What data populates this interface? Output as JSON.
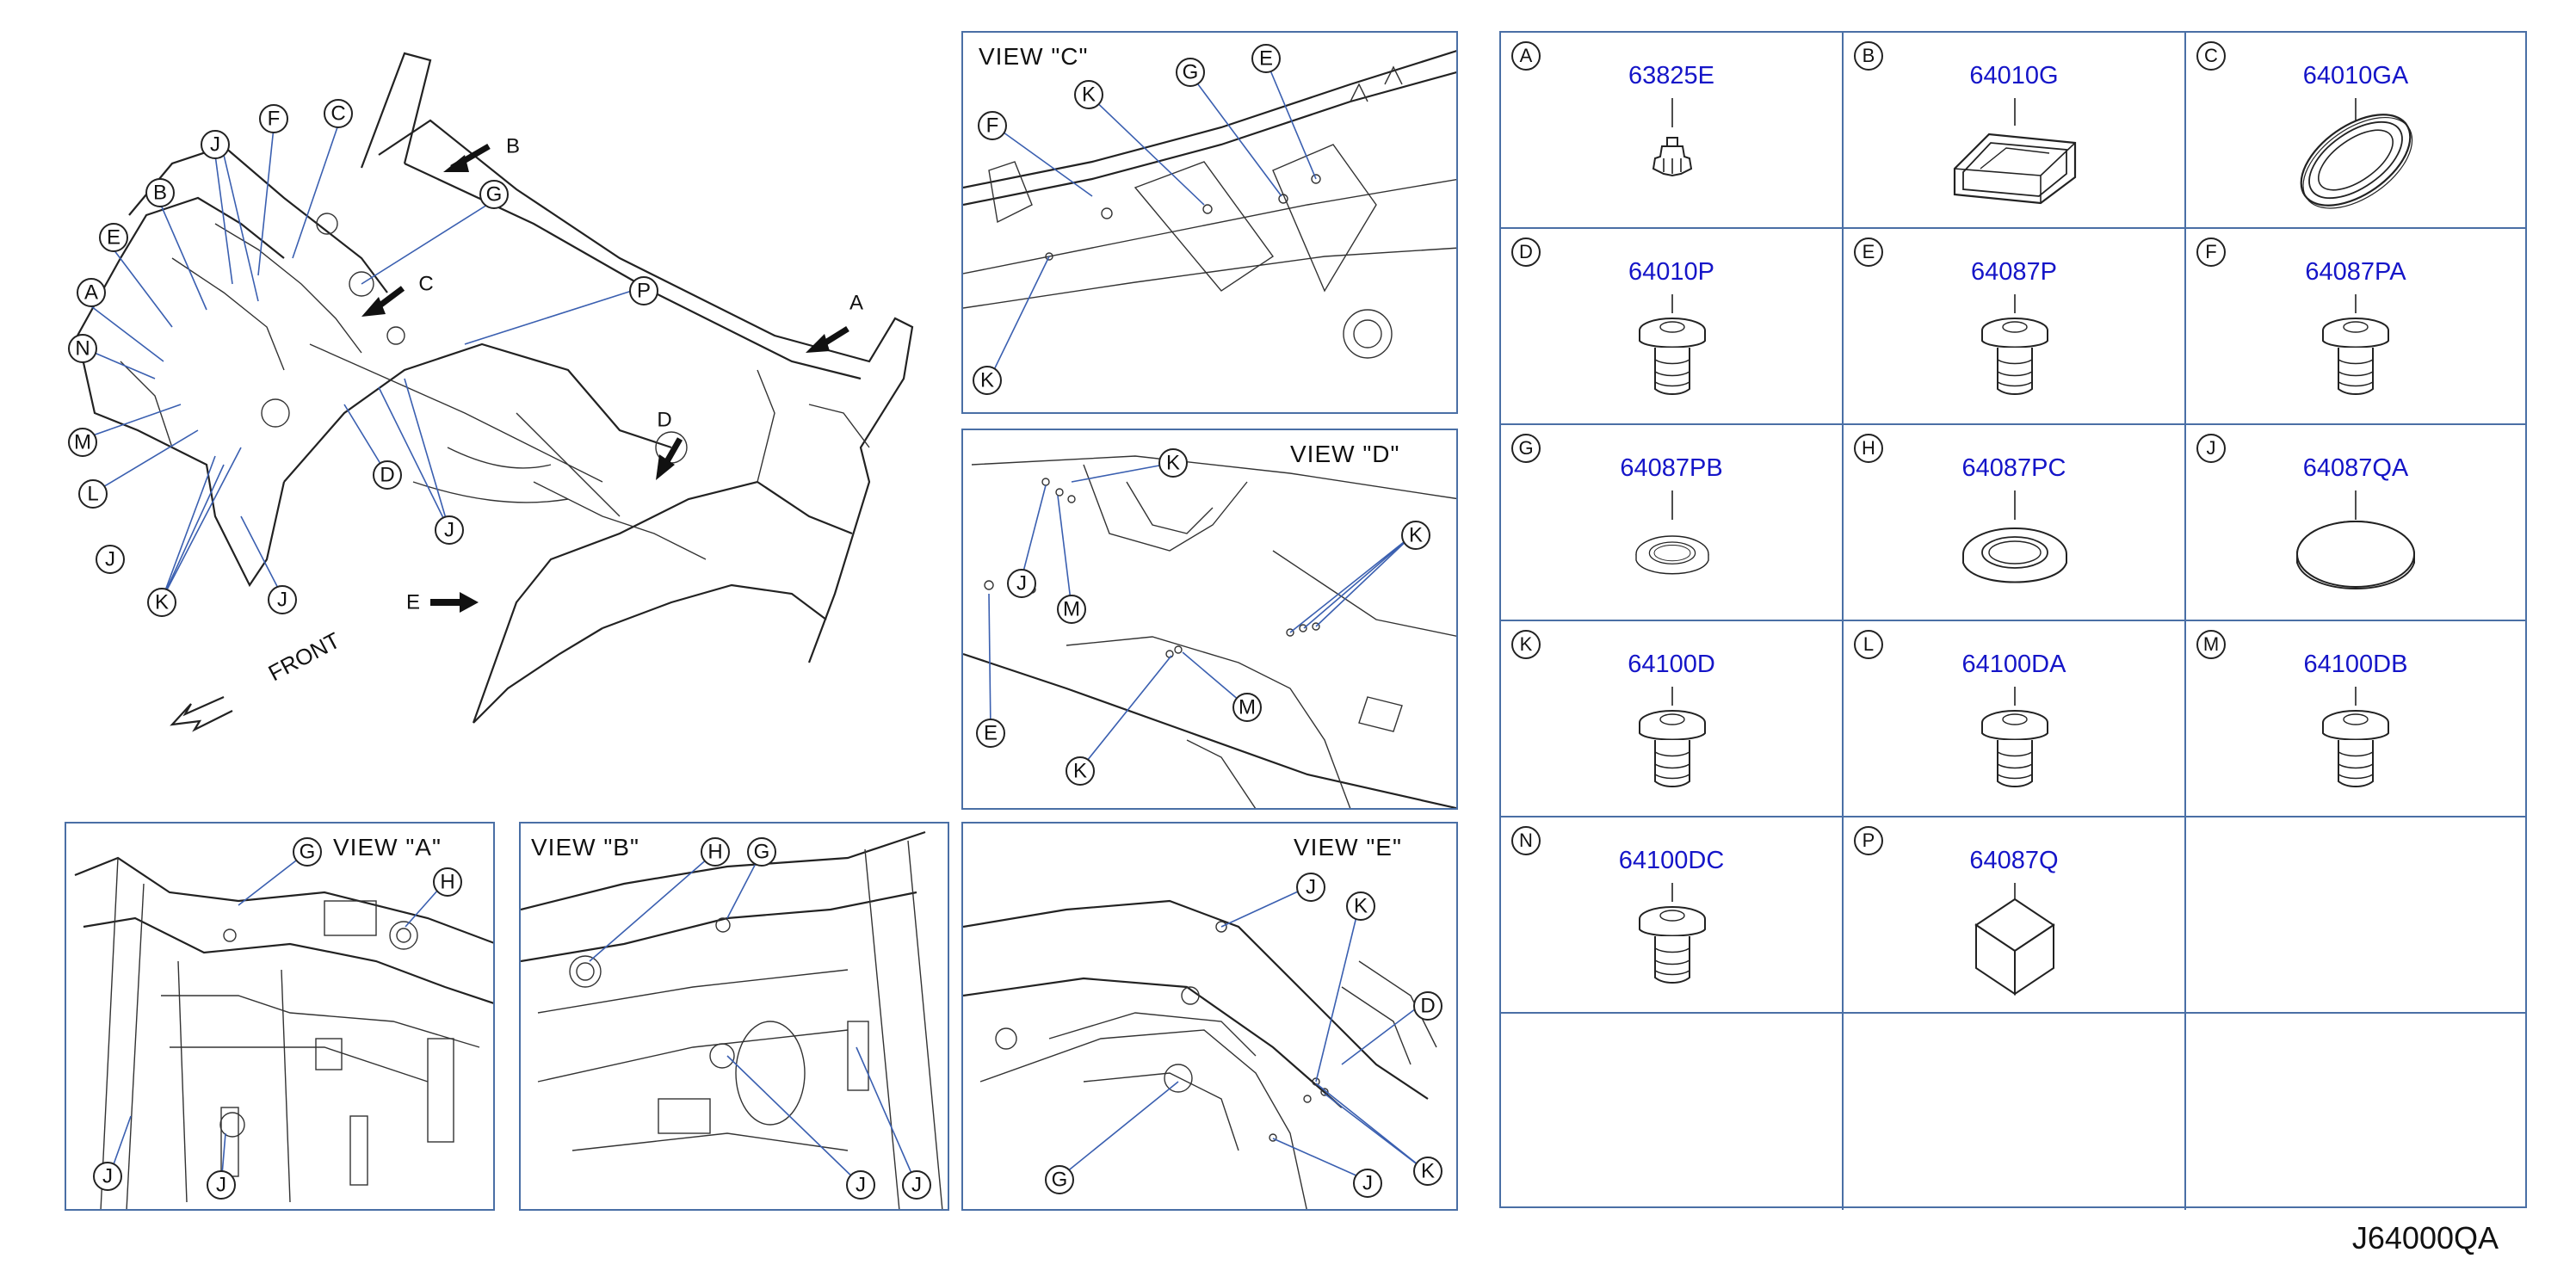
{
  "main_diagram": {
    "front_label": "FRONT",
    "view_arrows": [
      "A",
      "B",
      "C",
      "D",
      "E"
    ],
    "callouts": [
      "J",
      "F",
      "C",
      "B",
      "G",
      "E",
      "P",
      "A",
      "N",
      "M",
      "L",
      "D",
      "J",
      "J",
      "K",
      "J"
    ]
  },
  "views": [
    {
      "title": "VIEW \"A\"",
      "callouts": [
        "G",
        "H",
        "J",
        "J"
      ]
    },
    {
      "title": "VIEW \"B\"",
      "callouts": [
        "H",
        "G",
        "J",
        "J"
      ]
    },
    {
      "title": "VIEW \"C\"",
      "callouts": [
        "F",
        "K",
        "G",
        "E",
        "K"
      ]
    },
    {
      "title": "VIEW \"D\"",
      "callouts": [
        "K",
        "J",
        "M",
        "K",
        "E",
        "M",
        "K"
      ]
    },
    {
      "title": "VIEW \"E\"",
      "callouts": [
        "J",
        "K",
        "D",
        "G",
        "J",
        "K"
      ]
    }
  ],
  "parts": [
    {
      "letter": "A",
      "part_number": "63825E",
      "icon": "clip-icon"
    },
    {
      "letter": "B",
      "part_number": "64010G",
      "icon": "rectangular-grommet-icon"
    },
    {
      "letter": "C",
      "part_number": "64010GA",
      "icon": "oval-grommet-icon"
    },
    {
      "letter": "D",
      "part_number": "64010P",
      "icon": "plug-icon"
    },
    {
      "letter": "E",
      "part_number": "64087P",
      "icon": "plug-icon"
    },
    {
      "letter": "F",
      "part_number": "64087PA",
      "icon": "plug-icon"
    },
    {
      "letter": "G",
      "part_number": "64087PB",
      "icon": "ring-plug-icon"
    },
    {
      "letter": "H",
      "part_number": "64087PC",
      "icon": "ring-plug-icon"
    },
    {
      "letter": "J",
      "part_number": "64087QA",
      "icon": "flat-cap-icon"
    },
    {
      "letter": "K",
      "part_number": "64100D",
      "icon": "plug-icon"
    },
    {
      "letter": "L",
      "part_number": "64100DA",
      "icon": "plug-icon"
    },
    {
      "letter": "M",
      "part_number": "64100DB",
      "icon": "plug-icon"
    },
    {
      "letter": "N",
      "part_number": "64100DC",
      "icon": "plug-icon"
    },
    {
      "letter": "P",
      "part_number": "64087Q",
      "icon": "cube-pad-icon"
    },
    {
      "letter": "",
      "part_number": "",
      "icon": ""
    },
    {
      "letter": "",
      "part_number": "",
      "icon": ""
    },
    {
      "letter": "",
      "part_number": "",
      "icon": ""
    },
    {
      "letter": "",
      "part_number": "",
      "icon": ""
    }
  ],
  "doc_code": "J64000QA"
}
